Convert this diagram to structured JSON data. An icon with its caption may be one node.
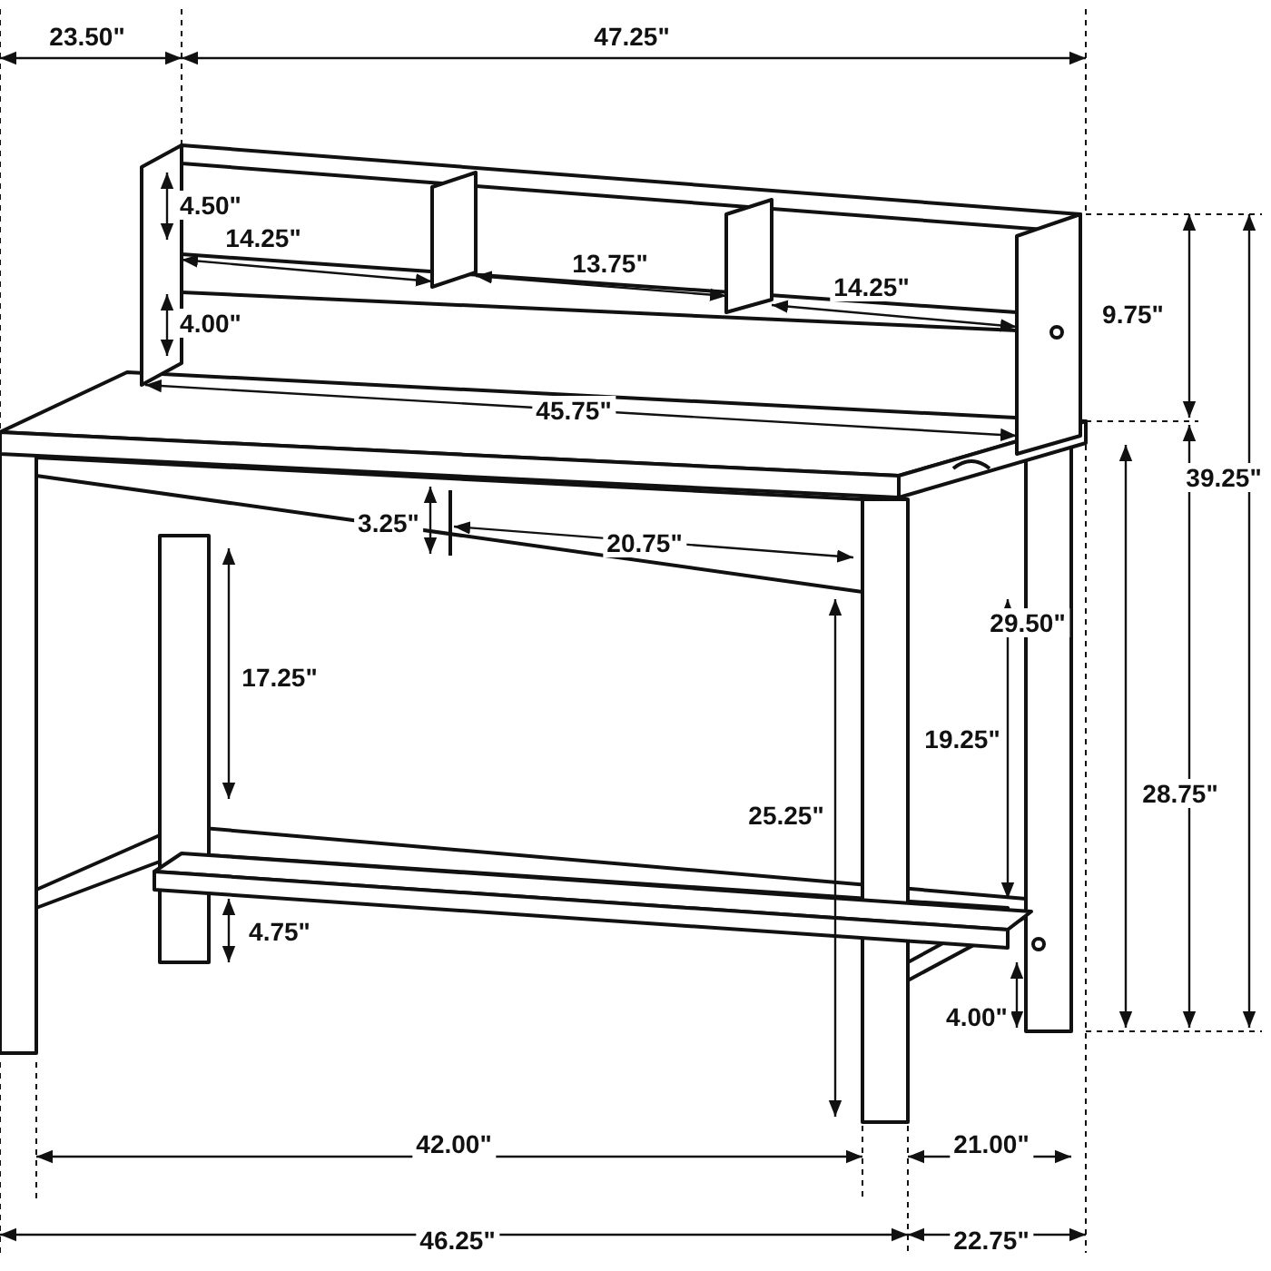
{
  "diagram": {
    "labels": [
      "23.50\"",
      "47.25\"",
      "4.50\"",
      "14.25\"",
      "13.75\"",
      "14.25\"",
      "4.00\"",
      "9.75\"",
      "39.25\"",
      "45.75\"",
      "3.25\"",
      "20.75\"",
      "29.50\"",
      "17.25\"",
      "19.25\"",
      "28.75\"",
      "25.25\"",
      "4.75\"",
      "4.00\"",
      "42.00\"",
      "21.00\"",
      "46.25\"",
      "22.75\""
    ]
  }
}
